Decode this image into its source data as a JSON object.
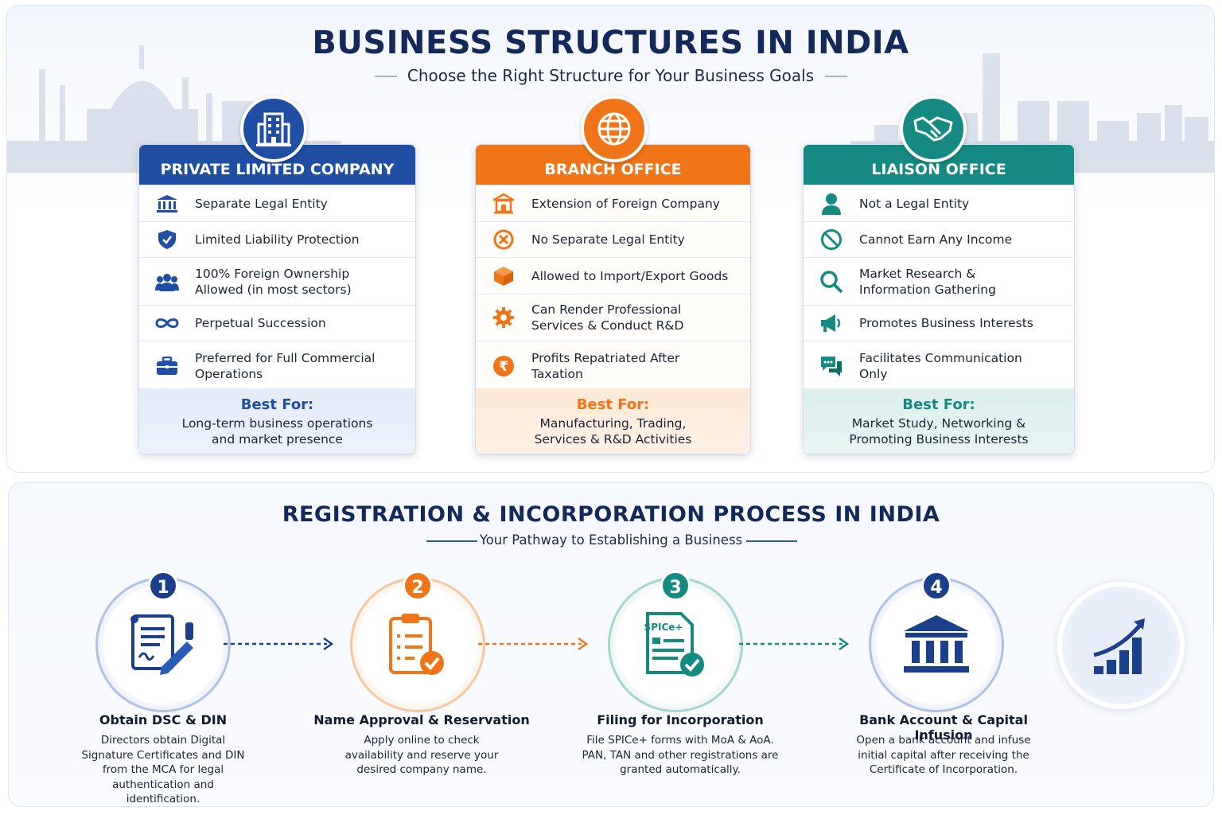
{
  "header": {
    "title": "BUSINESS STRUCTURES IN INDIA",
    "subtitle": "Choose the Right Structure for Your Business Goals"
  },
  "colors": {
    "navy": "#1f4ea3",
    "orange": "#f07518",
    "teal": "#158a82"
  },
  "structures": [
    {
      "title": "PRIVATE LIMITED COMPANY",
      "icon": "office-building-icon",
      "features": [
        {
          "icon": "bank-icon",
          "text": "Separate Legal Entity"
        },
        {
          "icon": "shield-icon",
          "text": "Limited Liability Protection"
        },
        {
          "icon": "people-icon",
          "text": "100% Foreign Ownership Allowed (in most sectors)"
        },
        {
          "icon": "infinity-icon",
          "text": "Perpetual Succession"
        },
        {
          "icon": "briefcase-icon",
          "text": "Preferred for Full Commercial Operations"
        }
      ],
      "best_for_label": "Best For:",
      "best_for": "Long-term business operations and market presence"
    },
    {
      "title": "BRANCH OFFICE",
      "icon": "globe-icon",
      "features": [
        {
          "icon": "building-icon",
          "text": "Extension of Foreign Company"
        },
        {
          "icon": "x-circle-icon",
          "text": "No Separate Legal Entity"
        },
        {
          "icon": "box-icon",
          "text": "Allowed to Import/Export Goods"
        },
        {
          "icon": "gear-icon",
          "text": "Can Render Professional Services & Conduct R&D"
        },
        {
          "icon": "rupee-icon",
          "text": "Profits Repatriated After Taxation"
        }
      ],
      "best_for_label": "Best For:",
      "best_for": "Manufacturing, Trading, Services & R&D Activities"
    },
    {
      "title": "LIAISON OFFICE",
      "icon": "handshake-icon",
      "features": [
        {
          "icon": "person-icon",
          "text": "Not a Legal Entity"
        },
        {
          "icon": "ban-icon",
          "text": "Cannot Earn Any Income"
        },
        {
          "icon": "magnifier-icon",
          "text": "Market Research & Information Gathering"
        },
        {
          "icon": "megaphone-icon",
          "text": "Promotes Business Interests"
        },
        {
          "icon": "chat-icon",
          "text": "Facilitates Communication Only"
        }
      ],
      "best_for_label": "Best For:",
      "best_for": "Market Study, Networking & Promoting Business Interests"
    }
  ],
  "process": {
    "title": "REGISTRATION & INCORPORATION PROCESS IN INDIA",
    "subtitle": "Your Pathway to Establishing a Business",
    "steps": [
      {
        "number": "1",
        "title": "Obtain DSC & DIN",
        "description": "Directors obtain Digital Signature Certificates and DIN from the MCA for legal authentication and identification.",
        "icon": "signed-document-icon"
      },
      {
        "number": "2",
        "title": "Name Approval & Reservation",
        "description": "Apply online to check availability and reserve your desired company name.",
        "icon": "clipboard-check-icon"
      },
      {
        "number": "3",
        "title": "Filing for Incorporation",
        "description": "File SPICe+ forms with MoA & AoA. PAN, TAN and other registrations are granted automatically.",
        "icon": "spice-form-icon",
        "form_label": "SPICe+"
      },
      {
        "number": "4",
        "title": "Bank Account & Capital Infusion",
        "description": "Open a bank account and infuse initial capital after receiving the Certificate of Incorporation.",
        "icon": "bank-icon"
      }
    ],
    "final_icon": "growth-chart-icon"
  }
}
